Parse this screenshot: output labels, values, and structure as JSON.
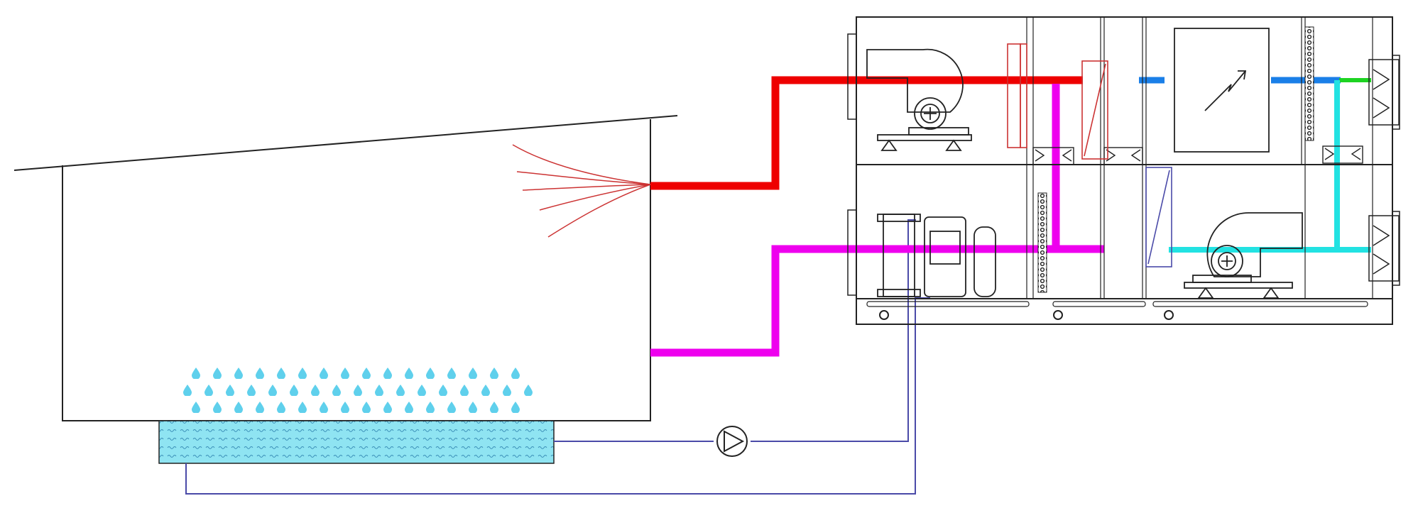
{
  "colors": {
    "outline": "#222222",
    "supply_air": "#ee0000",
    "return_air": "#ee00ee",
    "cooled_air": "#1a7fe8",
    "outdoor_air": "#1dd322",
    "exhaust_air": "#22e2e2",
    "water_pipe": "#4a4aa8",
    "water": "#8fe4f2",
    "droplet": "#5fd0ec",
    "coil_thin": "#cc3333"
  },
  "components": [
    "greenhouse-building",
    "roof",
    "supply-air-diffuser",
    "evaporative-water-pool",
    "water-droplets",
    "circulation-pump",
    "air-handling-unit",
    "supply-fan",
    "exhaust-fan",
    "heat-exchanger",
    "cooling-coil",
    "heat-pump-compressor",
    "air-filters",
    "louvres"
  ]
}
